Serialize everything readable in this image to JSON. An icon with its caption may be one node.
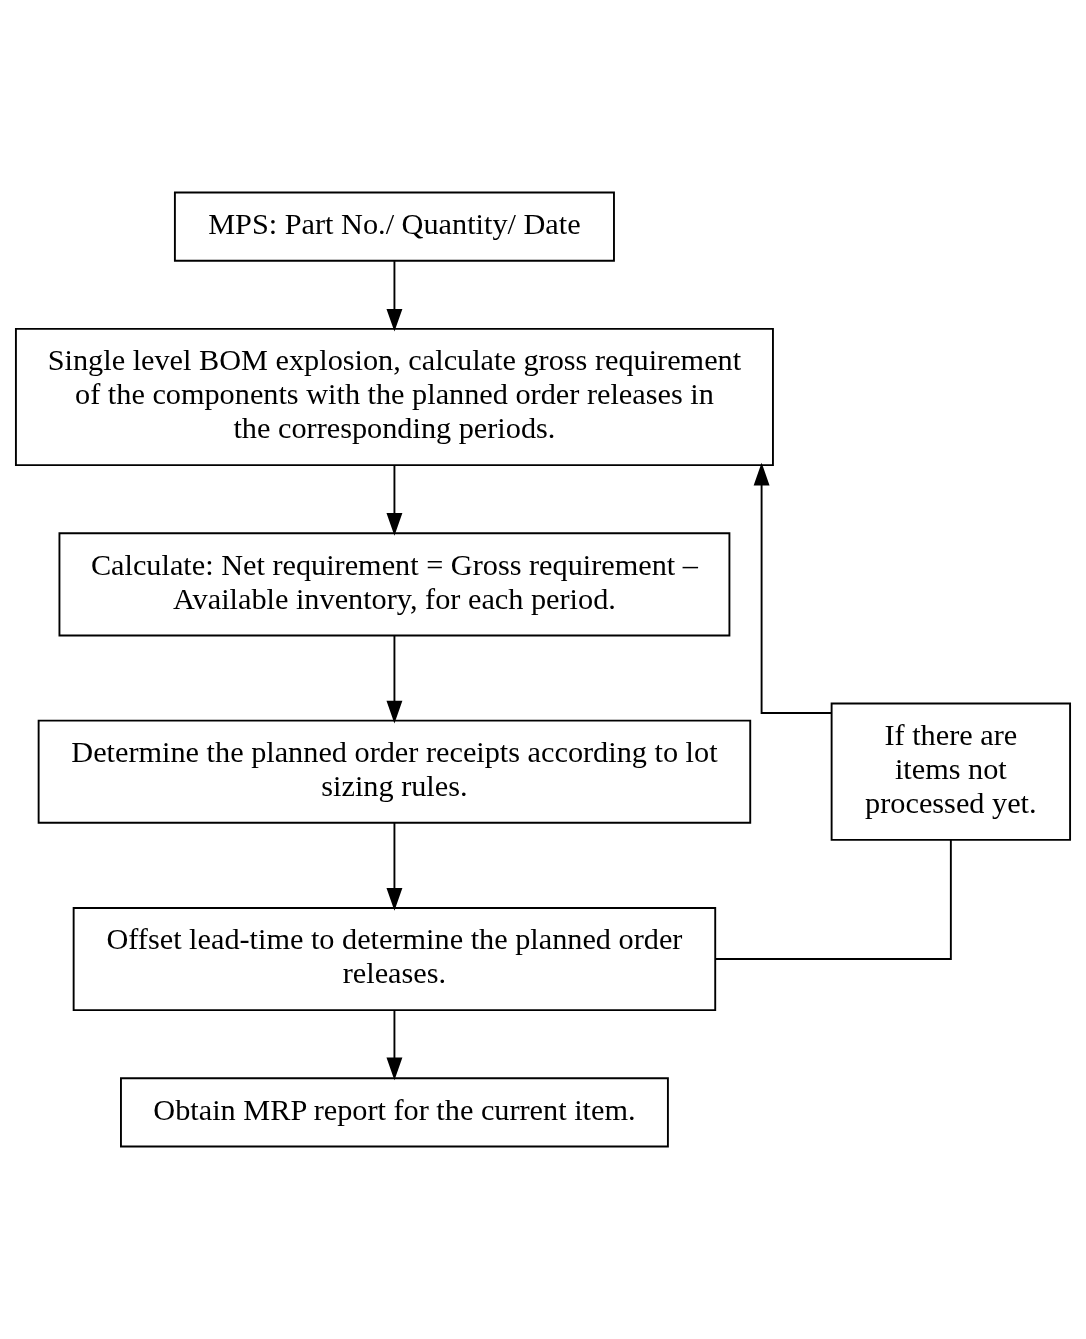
{
  "diagram": {
    "nodes": [
      {
        "text": [
          "MPS: Part No./ Quantity/ Date"
        ]
      },
      {
        "text": [
          "Single level BOM explosion, calculate gross requirement of the components with the planned order releases in the corresponding periods."
        ]
      },
      {
        "text": [
          "Calculate: Net requirement = Gross requirement – Available inventory, for each period."
        ]
      },
      {
        "text": [
          "Determine the planned order receipts according to lot sizing rules."
        ]
      },
      {
        "text": [
          "Offset lead-time to determine the planned order releases."
        ]
      },
      {
        "text": [
          "Obtain MRP report for the current item."
        ]
      },
      {
        "text": [
          "If there are items not processed yet."
        ]
      }
    ],
    "edges": [
      {
        "from": 0,
        "to": 1,
        "arrow": "to"
      },
      {
        "from": 1,
        "to": 2,
        "arrow": "to"
      },
      {
        "from": 2,
        "to": 3,
        "arrow": "to"
      },
      {
        "from": 3,
        "to": 4,
        "arrow": "to"
      },
      {
        "from": 4,
        "to": 5,
        "arrow": "to"
      },
      {
        "from": 4,
        "to": 6,
        "arrow": "none"
      },
      {
        "from": 6,
        "to": 1,
        "arrow": "to"
      }
    ]
  }
}
